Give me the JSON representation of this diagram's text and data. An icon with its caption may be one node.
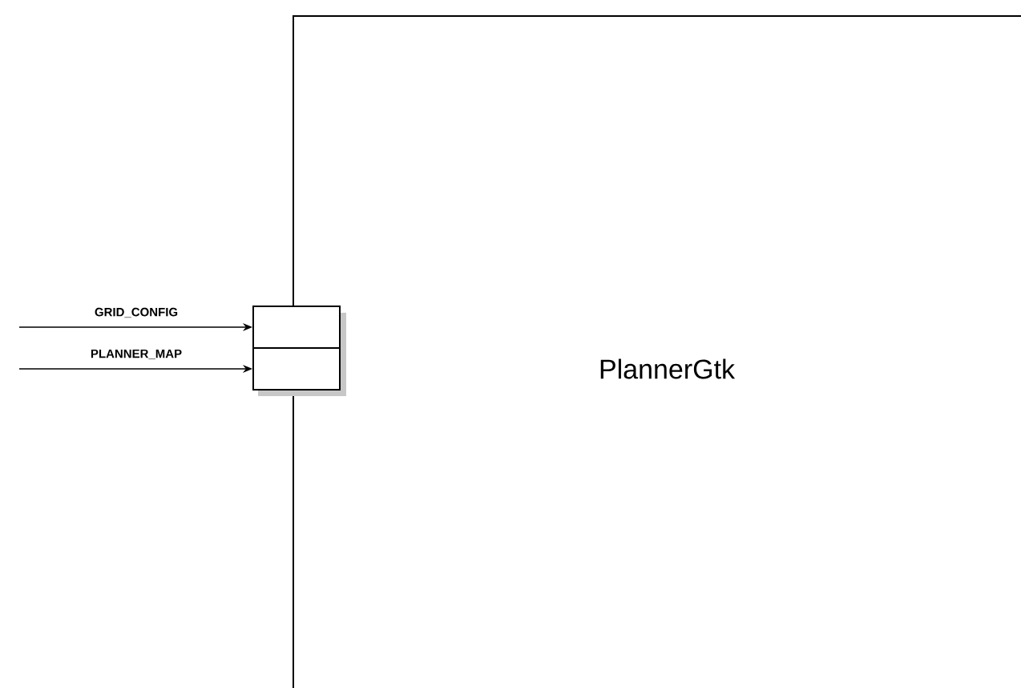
{
  "diagram": {
    "nodes": [
      {
        "text": [
          "PlannerGtk"
        ]
      },
      {
        "text": [],
        "shape": "box"
      },
      {
        "text": [],
        "shape": "box"
      }
    ],
    "edges": [
      {
        "from": null,
        "to": 1,
        "arrow": "to",
        "label": "GRID_CONFIG"
      },
      {
        "from": null,
        "to": 2,
        "arrow": "to",
        "label": "PLANNER_MAP"
      }
    ]
  }
}
